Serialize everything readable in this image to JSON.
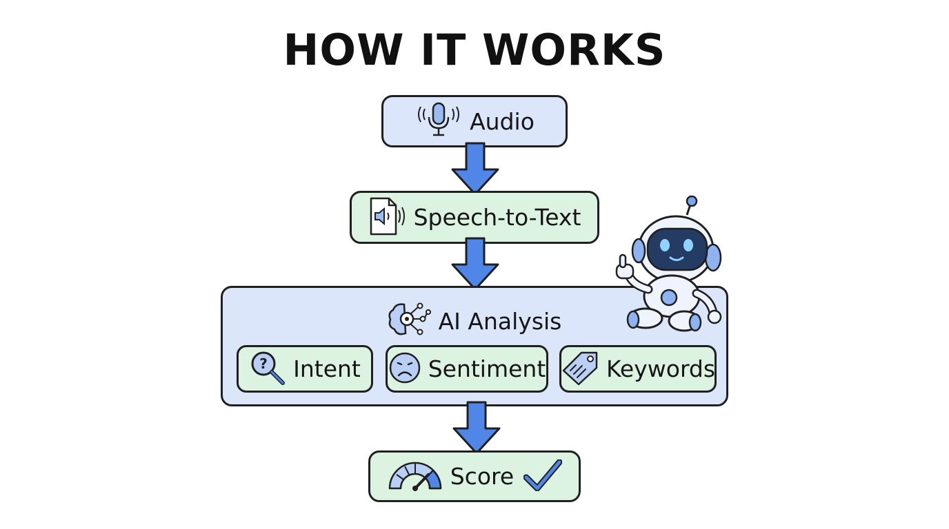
{
  "title": "HOW IT WORKS",
  "steps": {
    "audio": {
      "label": "Audio",
      "icon": "microphone-icon"
    },
    "speech_to_text": {
      "label": "Speech-to-Text",
      "icon": "audio-file-icon"
    },
    "ai_analysis": {
      "label": "AI Analysis",
      "icon": "brain-gear-icon",
      "substeps": [
        {
          "label": "Intent",
          "icon": "magnifier-question-icon"
        },
        {
          "label": "Sentiment",
          "icon": "sad-face-icon"
        },
        {
          "label": "Keywords",
          "icon": "tag-icon"
        }
      ]
    },
    "score": {
      "label": "Score",
      "icon": "gauge-icon",
      "check_icon": "checkmark-icon"
    }
  },
  "colors": {
    "blue_box": "#dbe6fb",
    "green_box": "#dcf3e2",
    "arrow": "#4f86e8",
    "outline": "#1f1f1f"
  }
}
